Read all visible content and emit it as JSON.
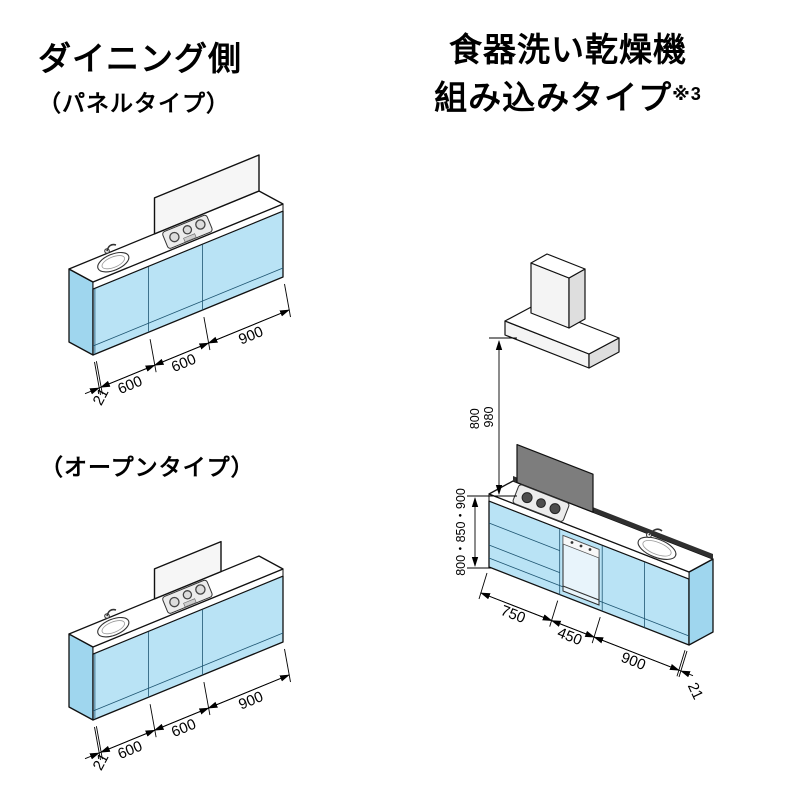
{
  "titles": {
    "dining_side": "ダイニング側",
    "panel_type": "（パネルタイプ）",
    "open_type": "（オープンタイプ）",
    "dishwasher_line1": "食器洗い乾燥機",
    "dishwasher_line2": "組み込みタイプ",
    "dishwasher_note": "※3"
  },
  "colors": {
    "cabinet_blue": "#b9e3f5",
    "cabinet_blue_dark": "#9fd6ee",
    "outline": "#111111",
    "splash_panel_gray": "#7d7d7d"
  },
  "diagrams": {
    "panel_type": {
      "bottom_dims": [
        "21",
        "600",
        "600",
        "900"
      ]
    },
    "open_type": {
      "bottom_dims": [
        "21",
        "600",
        "600",
        "900"
      ]
    },
    "dishwasher": {
      "bottom_dims": [
        "750",
        "450",
        "900"
      ],
      "end_panel_dim": "21",
      "hood_height_dims": [
        "800",
        "980"
      ],
      "counter_height_dims": "800・850・900"
    }
  }
}
